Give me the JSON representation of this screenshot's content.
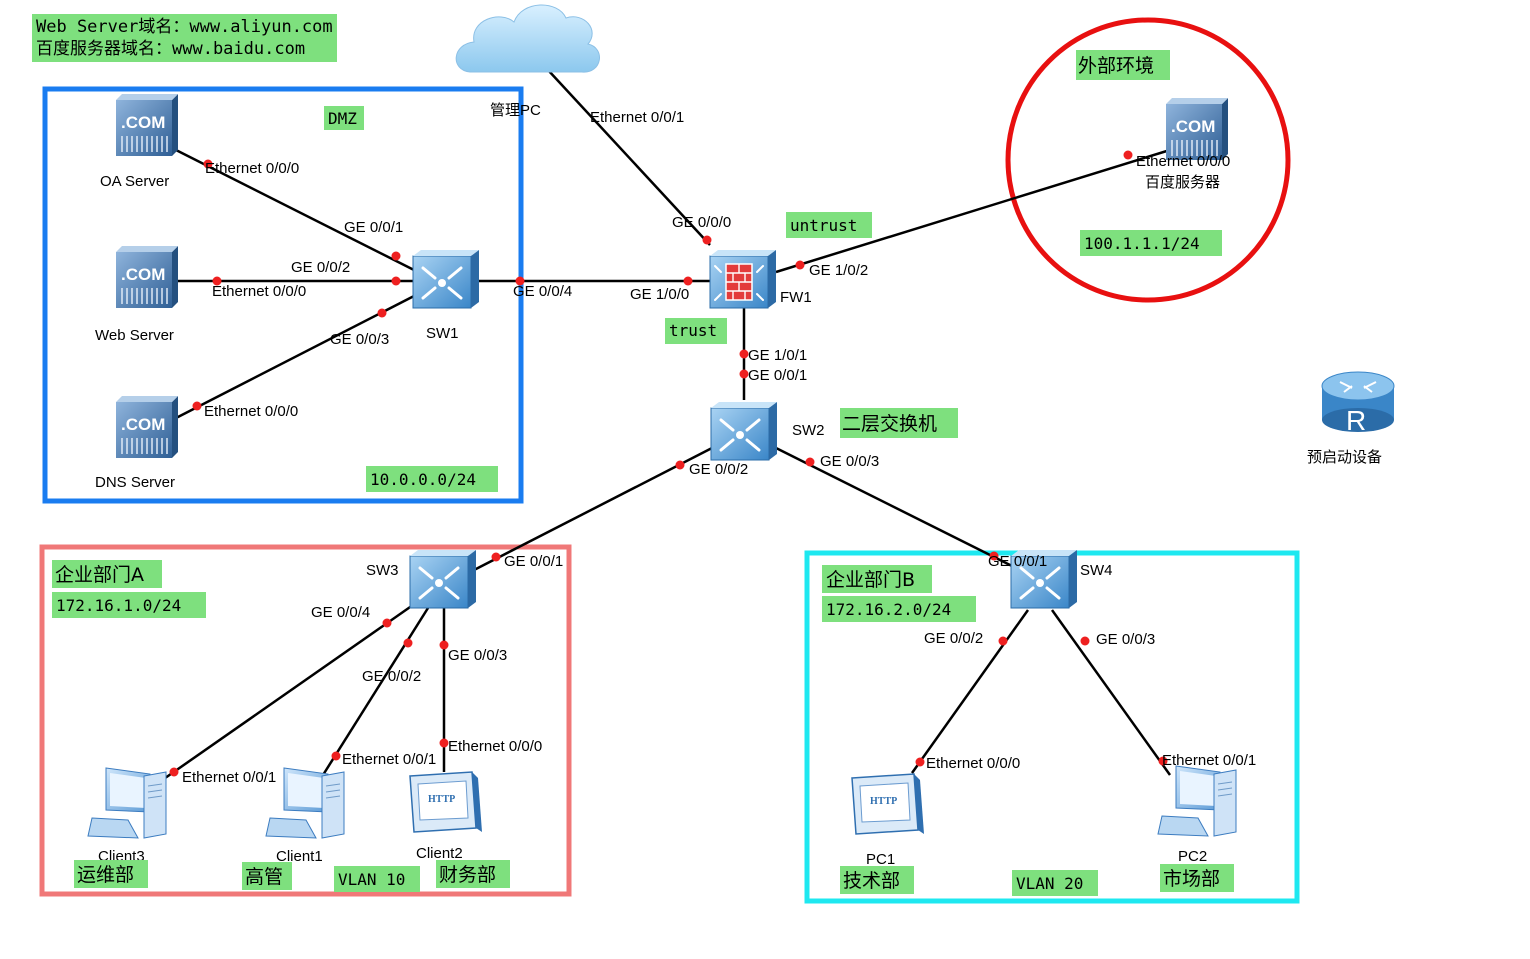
{
  "colors": {
    "tag_bg": "#7ee07e",
    "dmz_box": "#1a7cf0",
    "deptA_box": "#f07878",
    "deptB_box": "#1ee8f0",
    "external_circle": "#e81010",
    "link": "#000000",
    "port_dot": "#ee2020"
  },
  "notes": {
    "line1": "Web Server域名：www.aliyun.com",
    "line2": "百度服务器域名：www.baidu.com"
  },
  "zones": {
    "dmz": {
      "title": "DMZ",
      "subnet": "10.0.0.0/24"
    },
    "deptA": {
      "title": "企业部门A",
      "subnet": "172.16.1.0/24",
      "vlan": "VLAN 10"
    },
    "deptB": {
      "title": "企业部门B",
      "subnet": "172.16.2.0/24",
      "vlan": "VLAN 20"
    },
    "external": {
      "title": "外部环境",
      "ip": "100.1.1.1/24"
    },
    "untrust": "untrust",
    "trust": "trust"
  },
  "devices": {
    "cloud": {
      "label": "管理PC",
      "icon": "cloud-icon"
    },
    "oa": {
      "label": "OA Server",
      "icon": "server-icon"
    },
    "web": {
      "label": "Web Server",
      "icon": "server-icon"
    },
    "dns": {
      "label": "DNS Server",
      "icon": "server-icon"
    },
    "baidu": {
      "label": "百度服务器",
      "icon": "server-icon"
    },
    "sw1": {
      "label": "SW1",
      "icon": "switch-icon"
    },
    "fw1": {
      "label": "FW1",
      "icon": "firewall-icon"
    },
    "sw2": {
      "label": "SW2",
      "icon": "switch-icon",
      "tag": "二层交换机"
    },
    "sw3": {
      "label": "SW3",
      "icon": "switch-icon"
    },
    "sw4": {
      "label": "SW4",
      "icon": "switch-icon"
    },
    "router": {
      "label": "预启动设备",
      "icon": "router-icon"
    },
    "client3": {
      "label": "Client3",
      "dept": "运维部",
      "icon": "pc-icon"
    },
    "client1": {
      "label": "Client1",
      "dept": "高管",
      "icon": "pc-icon"
    },
    "client2": {
      "label": "Client2",
      "dept": "财务部",
      "icon": "http-client-icon"
    },
    "pc1": {
      "label": "PC1",
      "dept": "技术部",
      "icon": "http-client-icon"
    },
    "pc2": {
      "label": "PC2",
      "dept": "市场部",
      "icon": "pc-icon"
    }
  },
  "ports": {
    "cloud_eth": "Ethernet 0/0/1",
    "fw_ge000": "GE 0/0/0",
    "oa_eth": "Ethernet 0/0/0",
    "sw1_ge001": "GE 0/0/1",
    "sw1_ge002": "GE 0/0/2",
    "web_eth": "Ethernet 0/0/0",
    "sw1_ge003": "GE 0/0/3",
    "dns_eth": "Ethernet 0/0/0",
    "sw1_ge004": "GE 0/0/4",
    "fw_ge100": "GE 1/0/0",
    "fw_ge102": "GE 1/0/2",
    "baidu_eth": "Ethernet 0/0/0",
    "fw_ge101": "GE 1/0/1",
    "sw2_ge001": "GE 0/0/1",
    "sw2_ge002": "GE 0/0/2",
    "sw2_ge003": "GE 0/0/3",
    "sw3_ge001": "GE 0/0/1",
    "sw3_ge004": "GE 0/0/4",
    "sw3_ge002": "GE 0/0/2",
    "sw3_ge003": "GE 0/0/3",
    "client3_eth": "Ethernet 0/0/1",
    "client1_eth": "Ethernet 0/0/1",
    "client2_eth": "Ethernet 0/0/0",
    "sw4_ge001": "GE 0/0/1",
    "sw4_ge002": "GE 0/0/2",
    "sw4_ge003": "GE 0/0/3",
    "pc1_eth": "Ethernet 0/0/0",
    "pc2_eth": "Ethernet 0/0/1"
  }
}
